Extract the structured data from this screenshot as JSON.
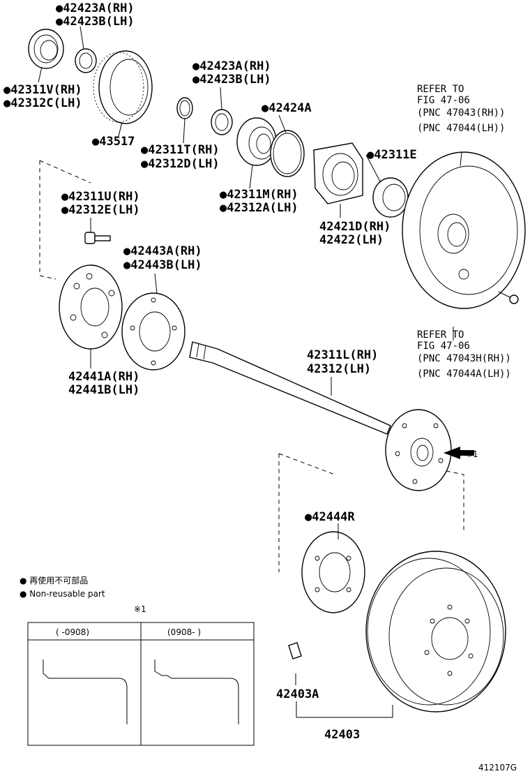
{
  "labels": {
    "p42423a_1": "●42423A(RH)",
    "p42423b_1": "●42423B(LH)",
    "p42311v": "●42311V(RH)",
    "p42312c": "●42312C(LH)",
    "p43517": "●43517",
    "p42423a_2": "●42423A(RH)",
    "p42423b_2": "●42423B(LH)",
    "p42424a": "●42424A",
    "p42311t": "●42311T(RH)",
    "p42312d": "●42312D(LH)",
    "p42311e": "●42311E",
    "p42311u": "●42311U(RH)",
    "p42312e": "●42312E(LH)",
    "p42311m": "●42311M(RH)",
    "p42312a": "●42312A(LH)",
    "p42421d": "42421D(RH)",
    "p42422": "42422(LH)",
    "p42443a": "●42443A(RH)",
    "p42443b": "●42443B(LH)",
    "p42441a": "42441A(RH)",
    "p42441b": "42441B(LH)",
    "p42311l": "42311L(RH)",
    "p42312": "42312(LH)",
    "p42444r": "●42444R",
    "p42403a": "42403A",
    "p42403": "42403"
  },
  "refer_top": {
    "line1": "REFER TO",
    "line2": "FIG 47-06",
    "line3": "(PNC 47043(RH))",
    "line4": "(PNC 47044(LH))"
  },
  "refer_bottom": {
    "line1": "REFER TO",
    "line2": "FIG 47-06",
    "line3": "(PNC 47043H(RH))",
    "line4": "(PNC 47044A(LH))"
  },
  "note_mark": "※1",
  "legend": {
    "line1": "● 再使用不可部品",
    "line2": "● Non-reusable part"
  },
  "inset": {
    "mark": "※1",
    "col1_header": "(     -0908)",
    "col2_header": "(0908-     )"
  },
  "figure_id": "412107G"
}
